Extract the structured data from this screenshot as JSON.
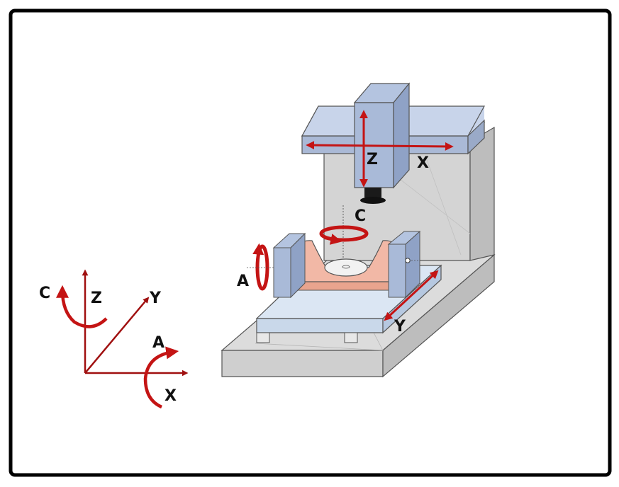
{
  "diagram": {
    "colors": {
      "frame": "#000000",
      "structure": "#d4d4d4",
      "structure_dark": "#bdbdbd",
      "rail": "#aab9d6",
      "rail_light": "#c8d4ea",
      "table": "#cfdcec",
      "cradle": "#f2b8a6",
      "arrow": "#c41414",
      "dark_arrow": "#9a1010"
    },
    "machine_labels": {
      "z": "Z",
      "x": "X",
      "c": "C",
      "a": "A",
      "y": "Y"
    },
    "axes_labels": {
      "c": "C",
      "z": "Z",
      "y": "Y",
      "a": "A",
      "x": "X"
    }
  }
}
